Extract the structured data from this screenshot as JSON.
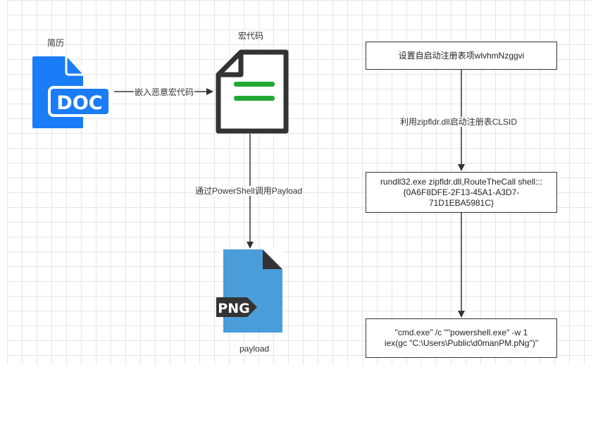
{
  "nodes": {
    "doc": {
      "label": "简历",
      "icon_text": "DOC",
      "icon": "doc-file-icon",
      "color": "#1a7cf6"
    },
    "macro": {
      "label": "宏代码",
      "icon": "document-lines-icon",
      "line_color": "#22a832"
    },
    "png": {
      "label": "payload",
      "icon_text": "PNG",
      "icon": "png-file-icon",
      "color": "#4a9dd8"
    },
    "step1": {
      "text": "设置自启动注册表项wlvhmNzggvi"
    },
    "step2": {
      "text": "rundll32.exe zipfldr.dll,RouteTheCall shell:::\n{0A6F8DFE-2F13-45A1-A3D7-\n71D1EBA5981C}"
    },
    "step3": {
      "text": "\"cmd.exe\" /c \"\"powershell.exe\" -w 1\niex(gc  \"C:\\Users\\Public\\d0manPM.pNg\")\""
    }
  },
  "edges": {
    "embed": {
      "label": "嵌入恶意宏代码"
    },
    "powershell": {
      "label": "通过PowerShell调用Payload"
    },
    "zipfldr": {
      "label": "利用zipfldr.dll启动注册表CLSID"
    }
  }
}
